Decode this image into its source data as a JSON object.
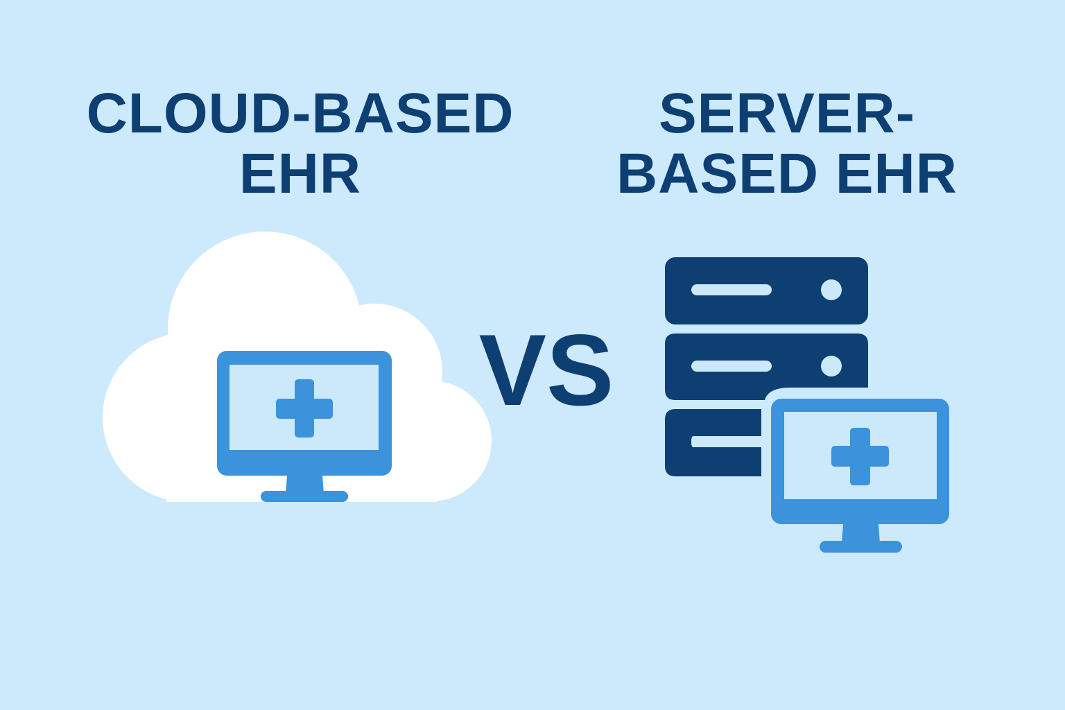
{
  "left": {
    "title": "CLOUD-BASED EHR",
    "icon": "cloud-with-medical-monitor-icon"
  },
  "center": {
    "label": "VS"
  },
  "right": {
    "title": "SERVER-BASED EHR",
    "icon": "server-stack-with-medical-monitor-icon"
  },
  "colors": {
    "background": "#cdeafc",
    "navy": "#0d3f73",
    "monitor_blue": "#3a93db",
    "screen_light": "#cce9fc",
    "cloud": "#ffffff"
  }
}
